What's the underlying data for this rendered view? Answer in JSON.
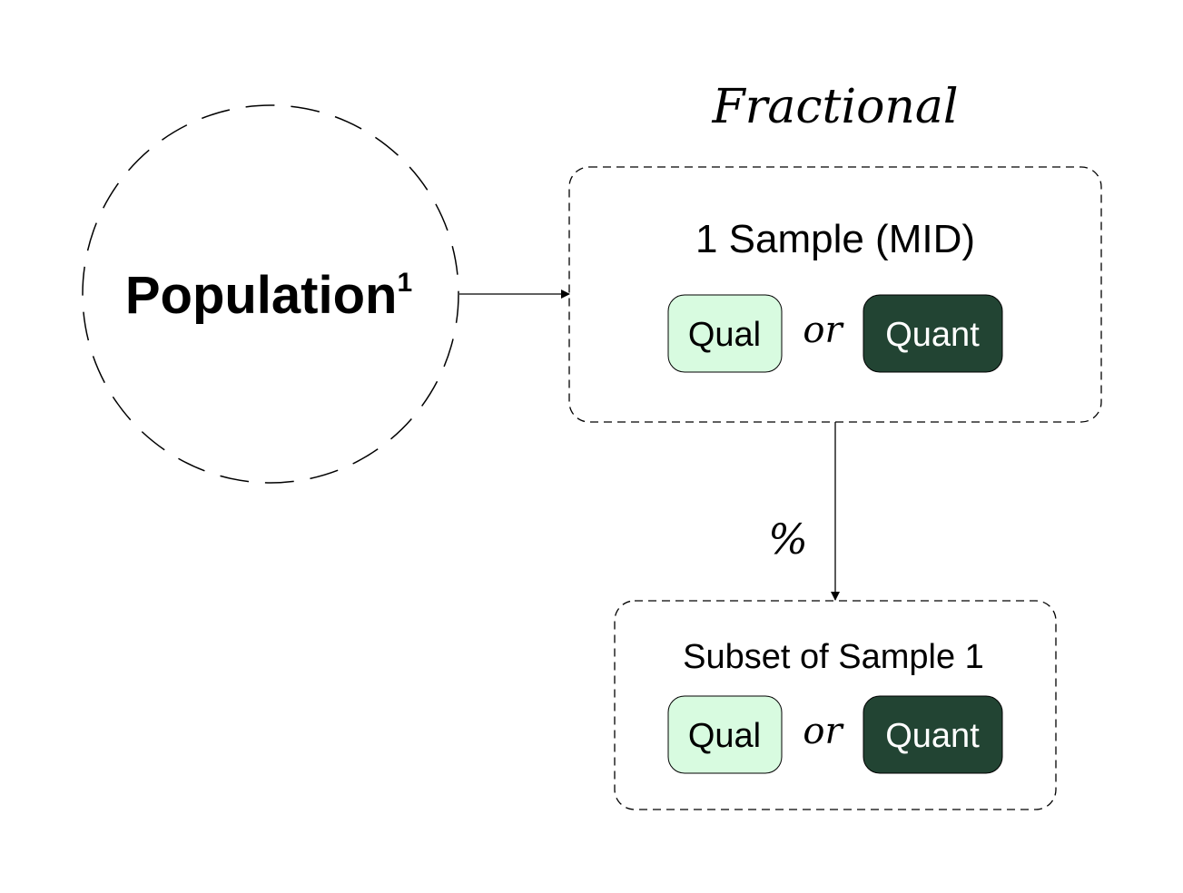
{
  "diagram": {
    "header": "Fractional",
    "population": {
      "label": "Population",
      "superscript": "1"
    },
    "sample_box": {
      "title": "1 Sample (MID)",
      "option_a": "Qual",
      "connector": "or",
      "option_b": "Quant"
    },
    "link_label": "%",
    "subset_box": {
      "title": "Subset of Sample 1",
      "option_a": "Qual",
      "connector": "or",
      "option_b": "Quant"
    },
    "colors": {
      "qual_fill": "#d8fbe0",
      "quant_fill": "#224433",
      "quant_text": "#ffffff",
      "stroke": "#000000"
    }
  }
}
